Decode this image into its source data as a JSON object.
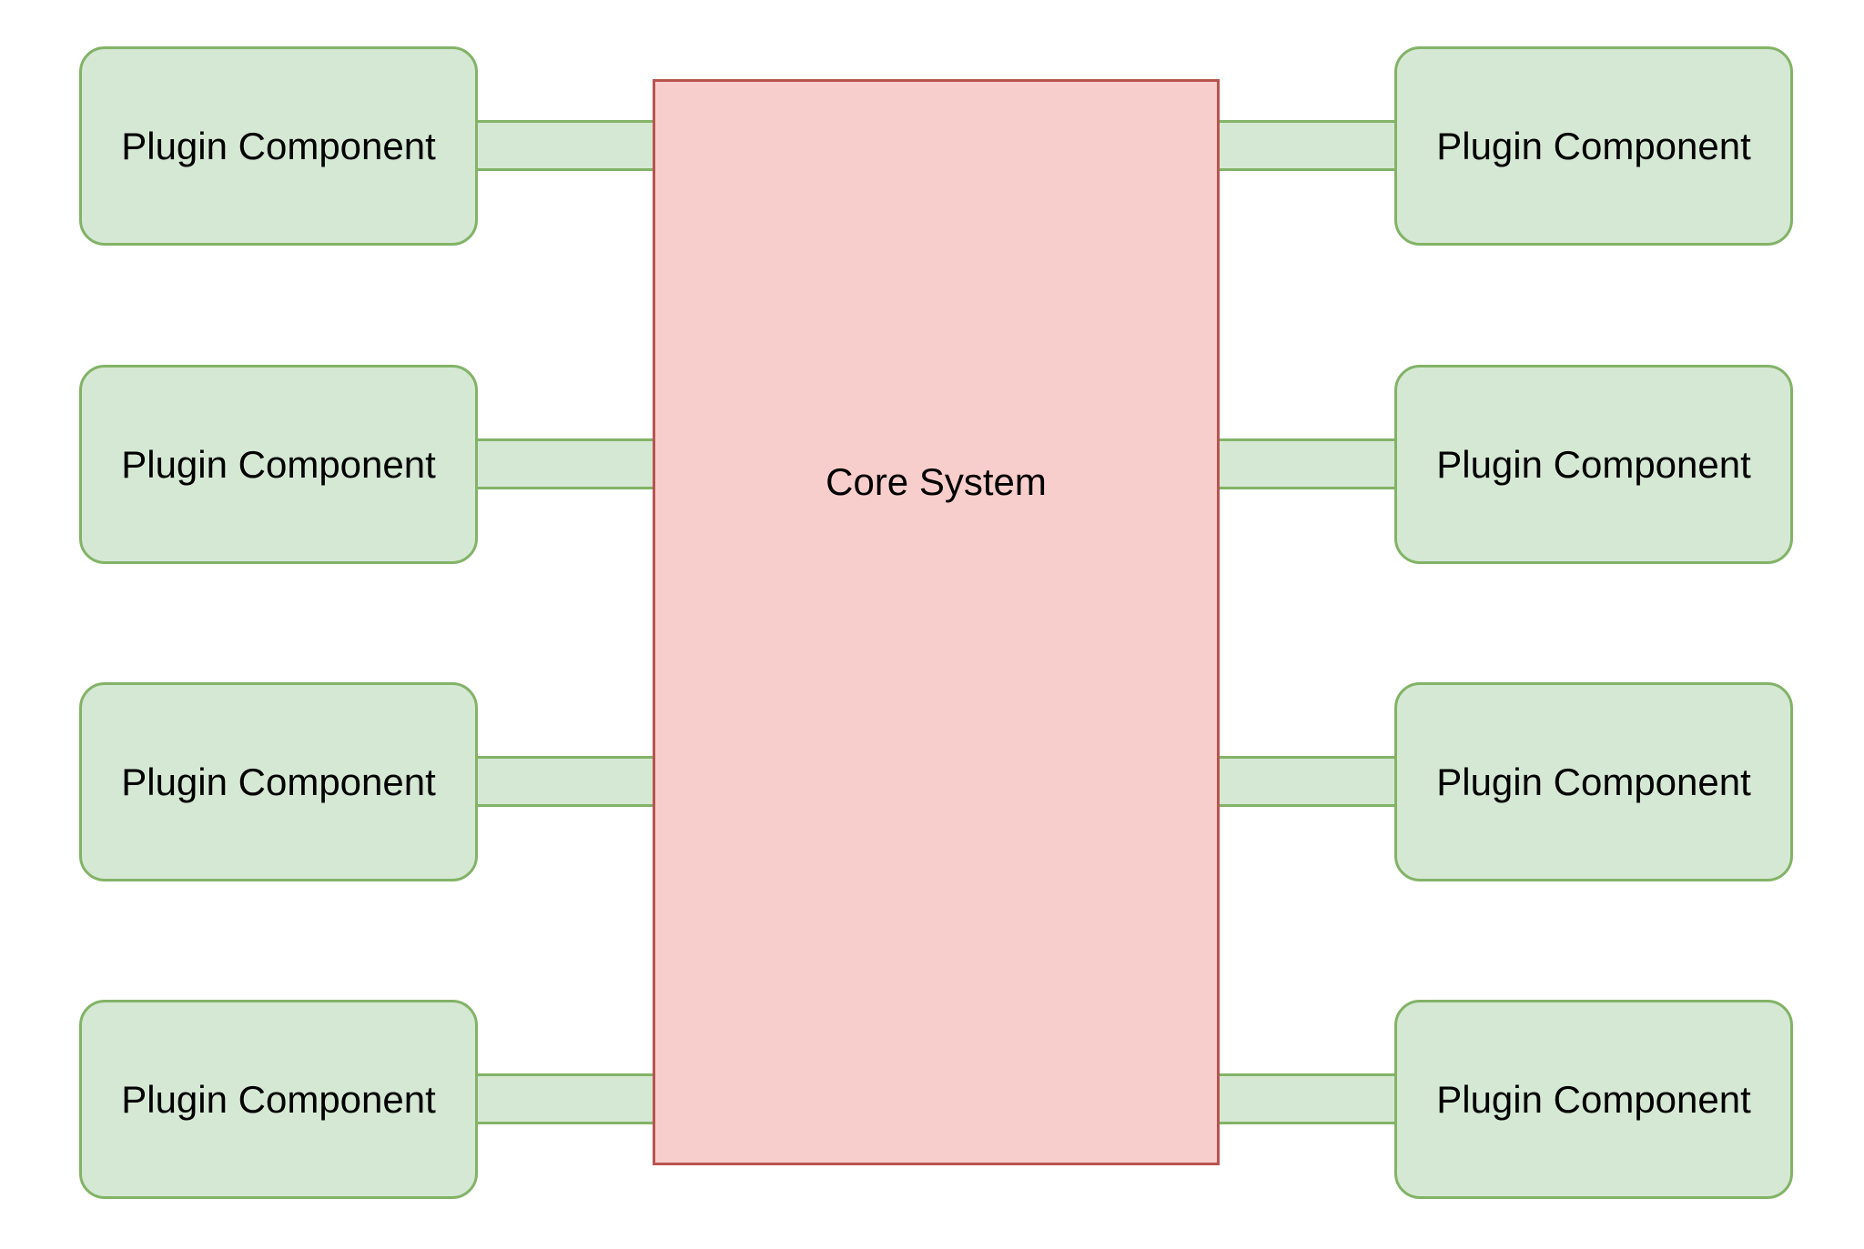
{
  "core": {
    "label": "Core System"
  },
  "plugins": {
    "left": [
      {
        "label": "Plugin Component"
      },
      {
        "label": "Plugin Component"
      },
      {
        "label": "Plugin Component"
      },
      {
        "label": "Plugin Component"
      }
    ],
    "right": [
      {
        "label": "Plugin Component"
      },
      {
        "label": "Plugin Component"
      },
      {
        "label": "Plugin Component"
      },
      {
        "label": "Plugin Component"
      }
    ]
  },
  "colors": {
    "core_fill": "#f8cecc",
    "core_stroke": "#b85450",
    "plugin_fill": "#d5e8d4",
    "plugin_stroke": "#82b366"
  }
}
